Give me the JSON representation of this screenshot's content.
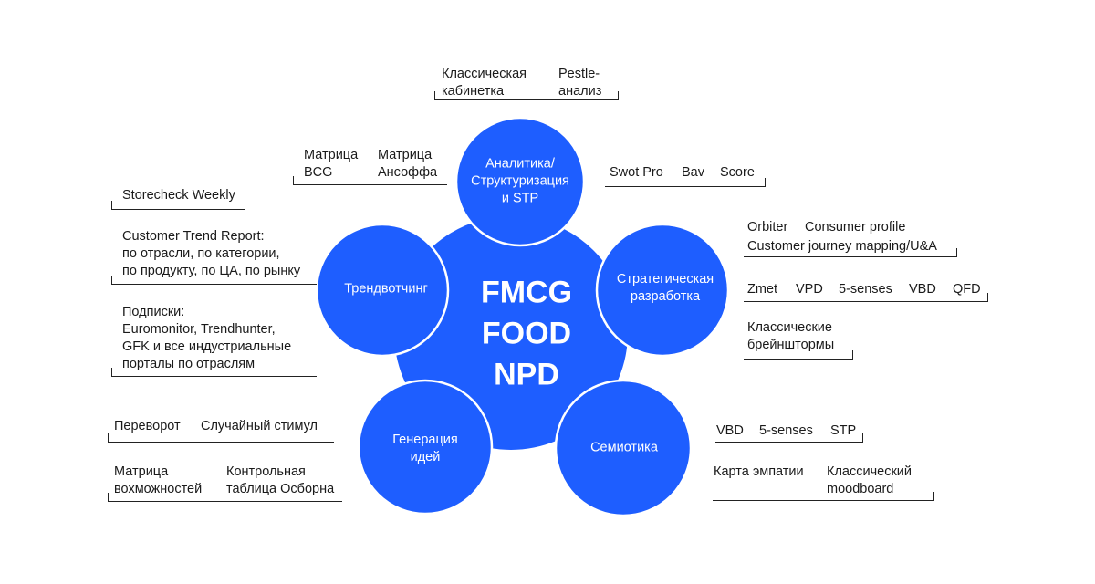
{
  "colors": {
    "primary": "#1E5EFF",
    "ring": "#ffffff",
    "line": "#222222"
  },
  "center": {
    "lines": [
      "FMCG",
      "FOOD",
      "NPD"
    ]
  },
  "nodes": {
    "analytics": {
      "lines": [
        "Аналитика/",
        "Структуризация",
        "и STP"
      ]
    },
    "strategy": {
      "lines": [
        "Стратегическая",
        "разработка"
      ]
    },
    "semiotics": {
      "lines": [
        "Семиотика"
      ]
    },
    "ideation": {
      "lines": [
        "Генерация",
        "идей"
      ]
    },
    "trendwatching": {
      "lines": [
        "Трендвотчинг"
      ]
    }
  },
  "tools": {
    "analytics_top": {
      "items": [
        [
          "Классическая",
          "кабинетка"
        ],
        [
          "Pestle-",
          "анализ"
        ]
      ]
    },
    "analytics_left": {
      "items": [
        [
          "Матрица",
          "BCG"
        ],
        [
          "Матрица",
          "Ансоффа"
        ]
      ]
    },
    "analytics_right": {
      "items": [
        "Swot Pro",
        "Bav",
        "Score"
      ]
    },
    "strategy_1": {
      "line1": [
        "Orbiter",
        "Consumer profile"
      ],
      "line2": "Customer journey mapping/U&A"
    },
    "strategy_2": {
      "items": [
        "Zmet",
        "VPD",
        "5-senses",
        "VBD",
        "QFD"
      ]
    },
    "strategy_3": {
      "lines": [
        "Классические",
        "брейнштормы"
      ]
    },
    "semiotics_1": {
      "items": [
        "VBD",
        "5-senses",
        "STP"
      ]
    },
    "semiotics_2": {
      "items": [
        [
          "Карта эмпатии"
        ],
        [
          "Классический",
          "moodboard"
        ]
      ]
    },
    "ideation_1": {
      "items": [
        "Переворот",
        "Случайный стимул"
      ]
    },
    "ideation_2": {
      "items": [
        [
          "Матрица",
          "вохможностей"
        ],
        [
          "Контрольная",
          "таблица Осборна"
        ]
      ]
    },
    "trend_1": {
      "lines": [
        "Storecheck Weekly"
      ]
    },
    "trend_2": {
      "lines": [
        "Customer Trend Report:",
        "по отрасли, по категории,",
        "по продукту, по ЦА, по рынку"
      ]
    },
    "trend_3": {
      "lines": [
        "Подписки:",
        "Euromonitor, Trendhunter,",
        "GFK и все индустриальные",
        "порталы по отраслям"
      ]
    }
  }
}
